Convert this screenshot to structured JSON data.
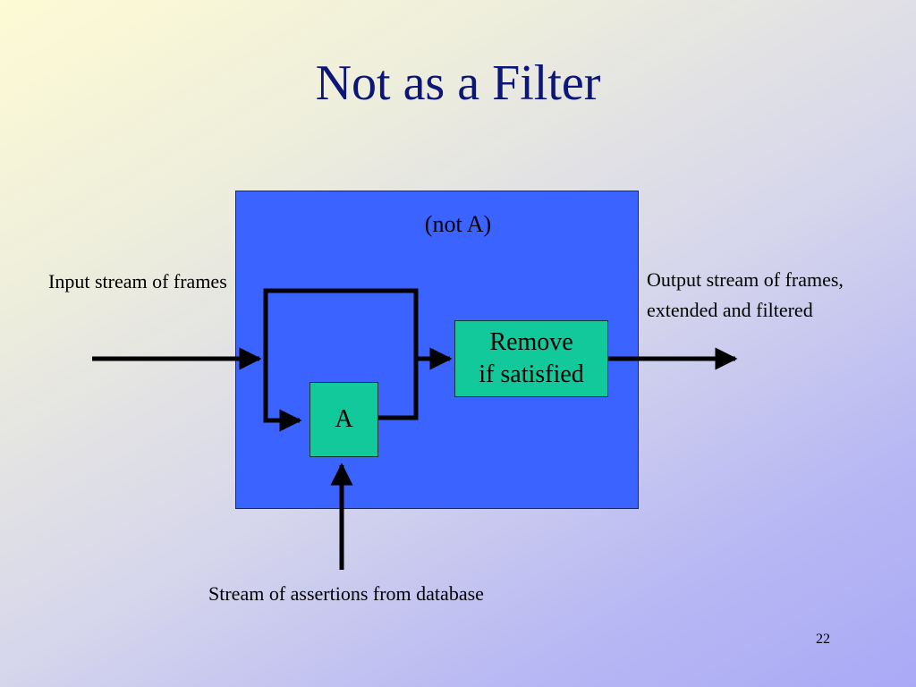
{
  "slide": {
    "title": "Not as a Filter",
    "page_number": "22"
  },
  "diagram": {
    "outer_label": "(not A)",
    "remove_box": {
      "line1": "Remove",
      "line2": "if satisfied"
    },
    "a_box": {
      "label": "A"
    },
    "input_label": "Input stream of frames",
    "output_label": "Output stream of frames, extended and filtered",
    "assertions_label": "Stream of assertions from database",
    "colors": {
      "outer_box": "#3a63ff",
      "component_boxes": "#12c99b",
      "title": "#0c1677",
      "wires": "#000000"
    }
  }
}
